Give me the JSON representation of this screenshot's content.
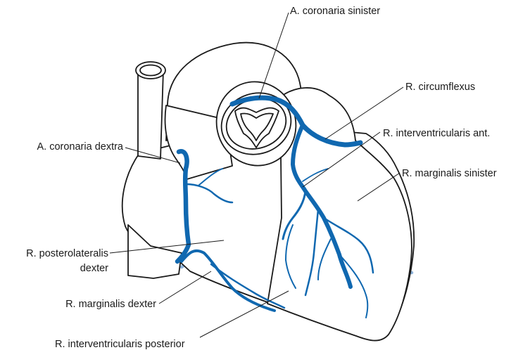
{
  "labels": {
    "coronaria_sinister": "A. coronaria sinister",
    "circumflexus": "R. circumflexus",
    "interventricularis_ant": "R. interventricularis ant.",
    "marginalis_sinister": "R. marginalis sinister",
    "coronaria_dextra": "A. coronaria dextra",
    "posterolateralis_line1": "R. posterolateralis",
    "posterolateralis_line2": "dexter",
    "marginalis_dexter": "R. marginalis dexter",
    "interventricularis_posterior": "R. interventricularis posterior"
  },
  "colors": {
    "outline": "#1a1a1a",
    "vessel_front": "#1068b0",
    "vessel_back": "#8eb3da"
  }
}
